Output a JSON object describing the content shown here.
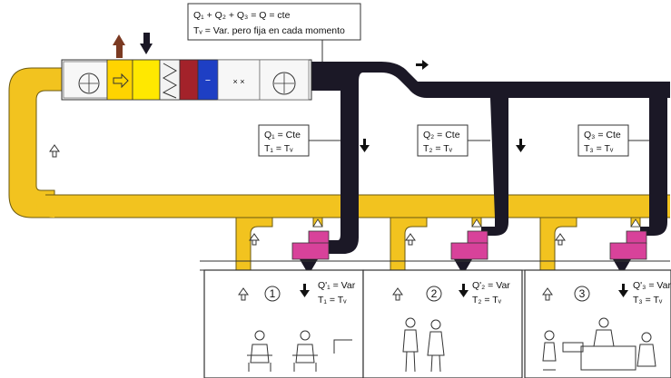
{
  "header_box": {
    "line1": "Q₁ + Q₂ + Q₃ = Q = cte",
    "line2": "Tᵥ = Var. pero fija en cada momento"
  },
  "branch_labels": [
    {
      "q": "Q₁ = Cte",
      "t": "T₁ = Tᵥ"
    },
    {
      "q": "Q₂ = Cte",
      "t": "T₂ = Tᵥ"
    },
    {
      "q": "Q₃ = Cte",
      "t": "T₃ = Tᵥ"
    }
  ],
  "rooms": [
    {
      "number": "1",
      "q": "Q'₁ = Var",
      "t": "T₁ = Tᵥ"
    },
    {
      "number": "2",
      "q": "Q'₂ = Var",
      "t": "T₂ = Tᵥ"
    },
    {
      "number": "3",
      "q": "Q'₃ = Var",
      "t": "T₃ = Tᵥ"
    }
  ],
  "ahu_sign": "−",
  "ahu_marks": "× ×",
  "colors": {
    "return_duct": "#f2c31f",
    "supply_duct": "#1b1826",
    "mixing_box": "#ffd400",
    "vav_box": "#d8429a",
    "heating_coil": "#a3222a",
    "cooling_coil": "#1e3fc4",
    "exhaust_arrow": "#7b3a22"
  }
}
